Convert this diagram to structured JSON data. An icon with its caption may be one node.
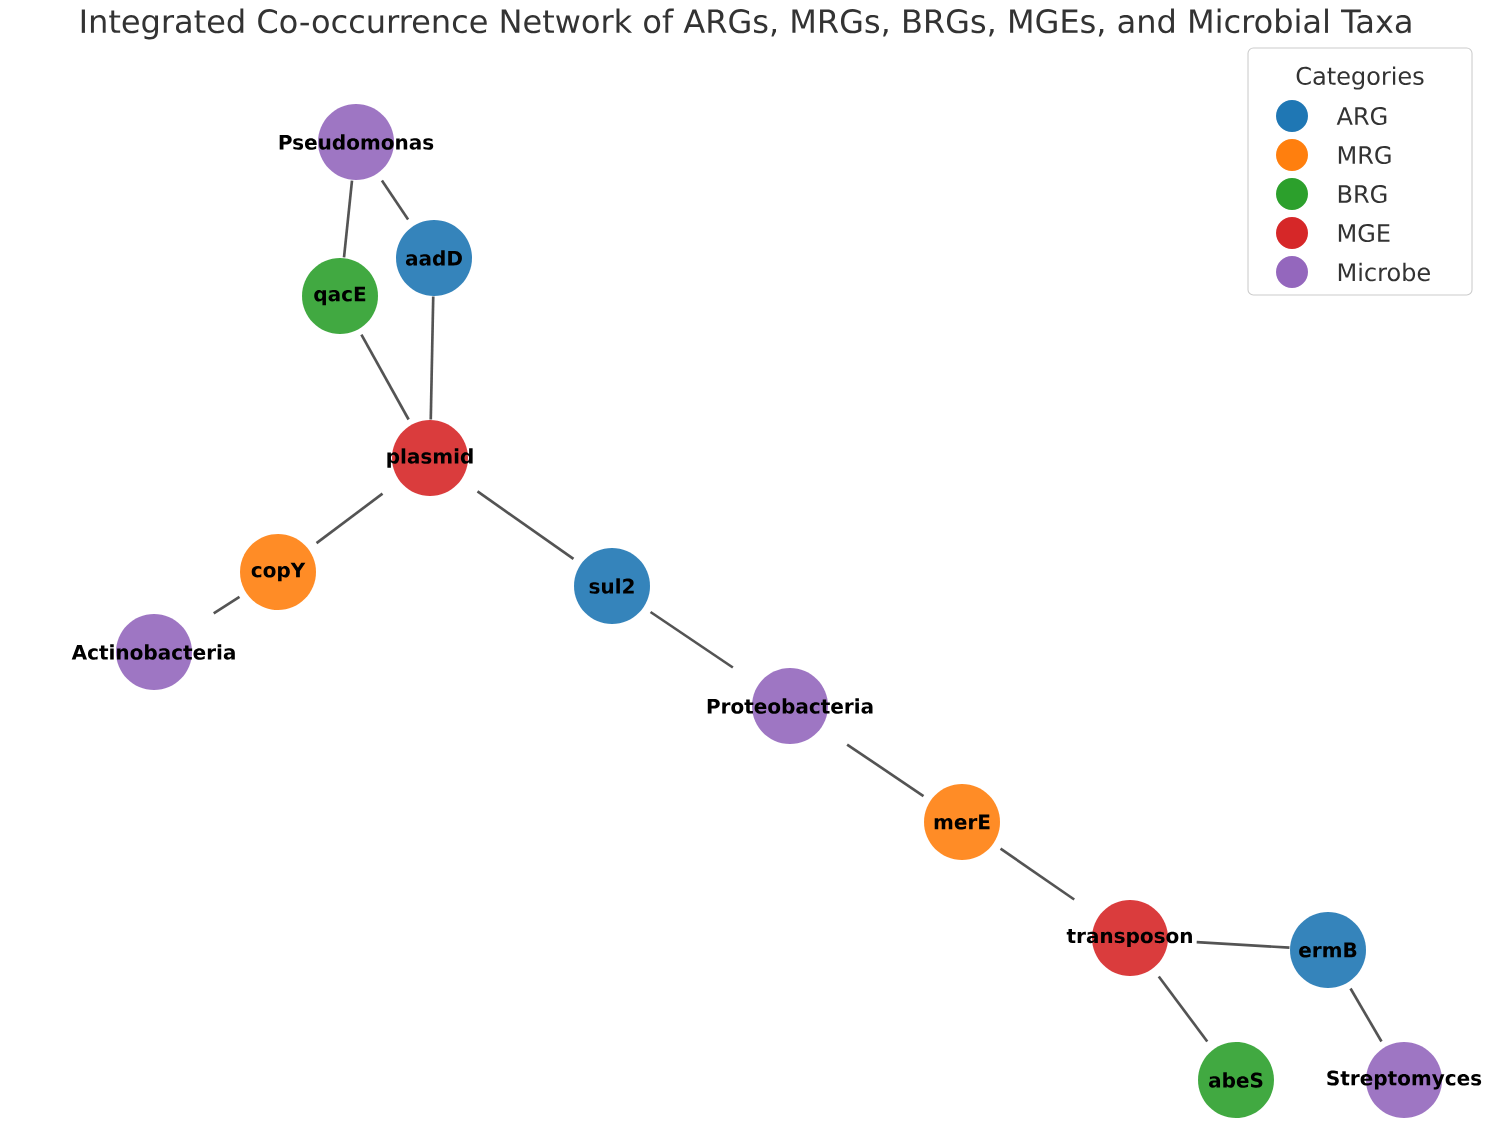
{
  "diagram": {
    "title": "Integrated Co-occurrence Network of ARGs, MRGs, BRGs, MGEs, and Microbial Taxa",
    "nodes": [
      {
        "text": [
          "Pseudomonas"
        ]
      },
      {
        "text": [
          "aadD"
        ]
      },
      {
        "text": [
          "qacE"
        ]
      },
      {
        "text": [
          "plasmid"
        ]
      },
      {
        "text": [
          "copY"
        ]
      },
      {
        "text": [
          "Actinobacteria"
        ]
      },
      {
        "text": [
          "sul2"
        ]
      },
      {
        "text": [
          "Proteobacteria"
        ]
      },
      {
        "text": [
          "merE"
        ]
      },
      {
        "text": [
          "transposon"
        ]
      },
      {
        "text": [
          "ermB"
        ]
      },
      {
        "text": [
          "abeS"
        ]
      },
      {
        "text": [
          "Streptomyces"
        ]
      }
    ],
    "edges": [
      {
        "from": 0,
        "to": 2,
        "arrow": "none"
      },
      {
        "from": 0,
        "to": 1,
        "arrow": "none"
      },
      {
        "from": 2,
        "to": 3,
        "arrow": "none"
      },
      {
        "from": 1,
        "to": 3,
        "arrow": "none"
      },
      {
        "from": 3,
        "to": 4,
        "arrow": "none"
      },
      {
        "from": 4,
        "to": 5,
        "arrow": "none"
      },
      {
        "from": 3,
        "to": 6,
        "arrow": "none"
      },
      {
        "from": 6,
        "to": 7,
        "arrow": "none"
      },
      {
        "from": 7,
        "to": 8,
        "arrow": "none"
      },
      {
        "from": 8,
        "to": 9,
        "arrow": "none"
      },
      {
        "from": 9,
        "to": 10,
        "arrow": "none"
      },
      {
        "from": 9,
        "to": 11,
        "arrow": "none"
      },
      {
        "from": 10,
        "to": 12,
        "arrow": "none"
      }
    ],
    "labels": [
      "Categories"
    ],
    "legend": [
      {
        "text": "ARG",
        "color": "#1f77b4"
      },
      {
        "text": "MRG",
        "color": "#ff7f0e"
      },
      {
        "text": "BRG",
        "color": "#2ca02c"
      },
      {
        "text": "MGE",
        "color": "#d62728"
      },
      {
        "text": "Microbe",
        "color": "#9467bd"
      }
    ]
  }
}
